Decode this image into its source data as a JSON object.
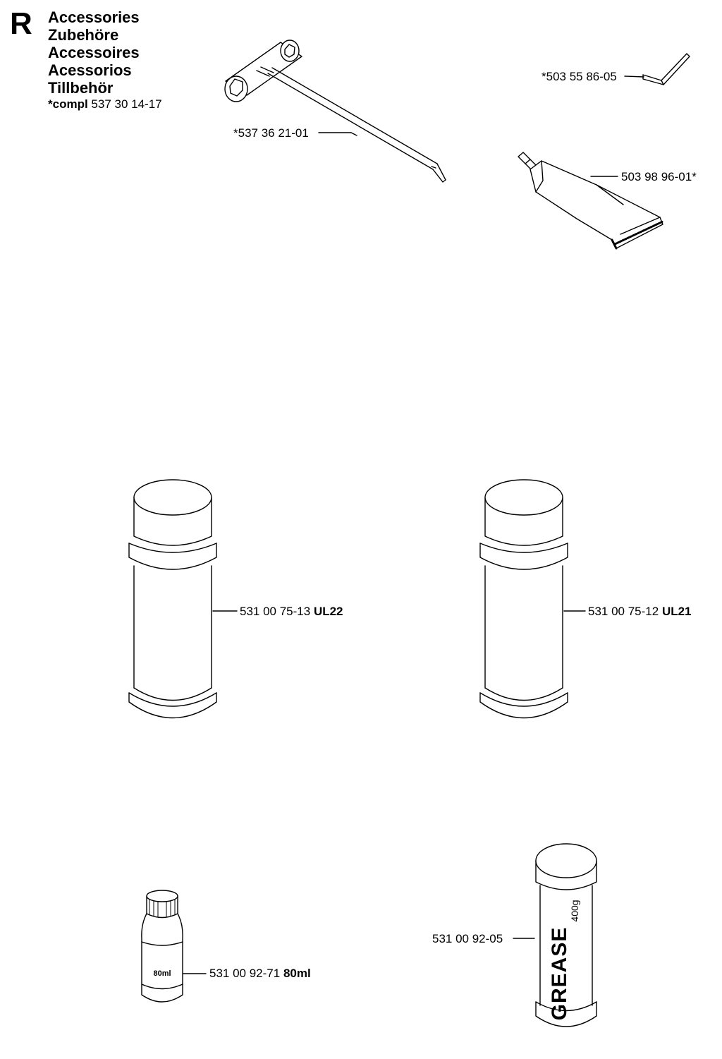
{
  "section": {
    "letter": "R",
    "titles": [
      "Accessories",
      "Zubehöre",
      "Accessoires",
      "Acessorios",
      "Tillbehör"
    ],
    "complete_prefix": "*compl",
    "complete_number": "537 30 14-17"
  },
  "parts": {
    "tool_wrench": "*537 36 21-01",
    "hex_key": "*503 55 86-05",
    "grease_tube": "503 98 96-01*",
    "spray_can_left": {
      "number": "531 00 75-13",
      "code": "UL22"
    },
    "spray_can_right": {
      "number": "531 00 75-12",
      "code": "UL21"
    },
    "oil_bottle": {
      "number": "531 00 92-71",
      "code": "80ml",
      "bottle_label": "80ml"
    },
    "grease_cartridge": {
      "number": "531 00 92-05",
      "brand": "GREASE",
      "weight": "400g"
    }
  },
  "colors": {
    "line": "#000000",
    "background": "#ffffff"
  }
}
